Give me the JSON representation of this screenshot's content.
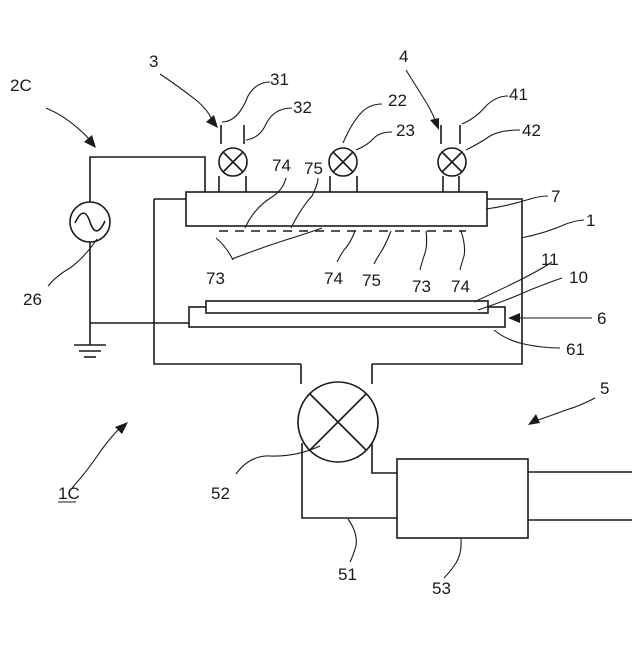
{
  "labels": {
    "l_2C": "2C",
    "l_3": "3",
    "l_31": "31",
    "l_32": "32",
    "l_4": "4",
    "l_41": "41",
    "l_42": "42",
    "l_22": "22",
    "l_23": "23",
    "l_74a": "74",
    "l_75a": "75",
    "l_7": "7",
    "l_1": "1",
    "l_26": "26",
    "l_73a": "73",
    "l_74b": "74",
    "l_75b": "75",
    "l_73b": "73",
    "l_74c": "74",
    "l_11": "11",
    "l_10": "10",
    "l_6": "6",
    "l_61": "61",
    "l_5": "5",
    "l_52": "52",
    "l_1C": "1C",
    "l_51": "51",
    "l_53": "53"
  }
}
